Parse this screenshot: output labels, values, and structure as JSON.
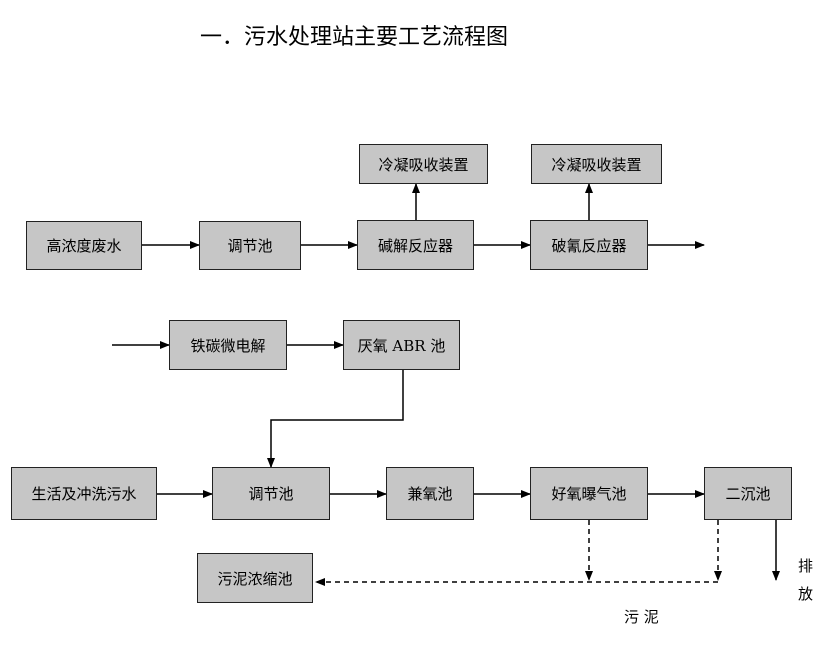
{
  "title": "一．污水处理站主要工艺流程图",
  "nodes": {
    "hc_wastewater": "高浓度废水",
    "equal_tank_1": "调节池",
    "alkali_reactor": "碱解反应器",
    "cyanide_reactor": "破氰反应器",
    "condenser_1": "冷凝吸收装置",
    "condenser_2": "冷凝吸收装置",
    "iron_carbon": "铁碳微电解",
    "abr": "厌氧 ABR 池",
    "domestic_wastewater": "生活及冲洗污水",
    "equal_tank_2": "调节池",
    "anoxic_tank": "兼氧池",
    "aerobic_tank": "好氧曝气池",
    "secondary_clarifier": "二沉池",
    "sludge_thickener": "污泥浓缩池"
  },
  "labels": {
    "discharge": [
      "排",
      "放"
    ],
    "sludge": "污 泥"
  }
}
